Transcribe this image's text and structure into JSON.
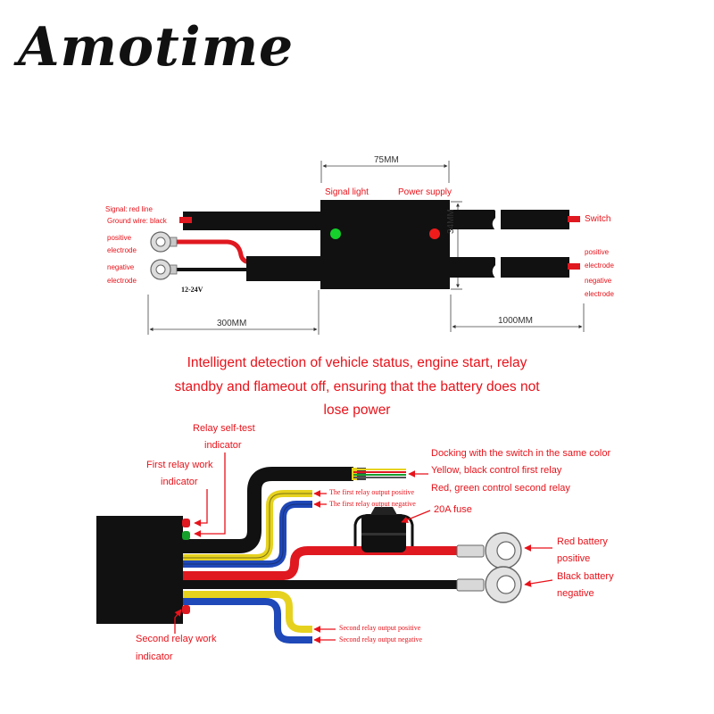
{
  "brand": "Amotime",
  "top": {
    "dim_width": "75MM",
    "dim_height": "34MM",
    "dim_left": "300MM",
    "dim_right": "1000MM",
    "signal_light": "Signal light",
    "power_supply": "Power supply",
    "signal_line": "Signal: red line",
    "ground_wire": "Ground wire: black",
    "positive_1": "positive",
    "electrode_1": "electrode",
    "negative_1": "negative",
    "electrode_2": "electrode",
    "voltage": "12-24V",
    "switch": "Switch",
    "positive_2": "positive",
    "electrode_3": "electrode",
    "negative_2": "negative",
    "electrode_4": "electrode"
  },
  "description": {
    "line1": "Intelligent detection of vehicle status, engine start, relay",
    "line2": "standby and flameout off, ensuring that the battery does not",
    "line3": "lose power"
  },
  "bottom": {
    "self_test_1": "Relay self-test",
    "self_test_2": "indicator",
    "first_work_1": "First relay work",
    "first_work_2": "indicator",
    "docking": "Docking with the switch in the same color",
    "yellow_black": "Yellow, black control first relay",
    "red_green": "Red, green control second relay",
    "first_pos": "The first relay output positive",
    "first_neg": "The first relay output negative",
    "fuse": "20A fuse",
    "red_batt_1": "Red battery",
    "red_batt_2": "positive",
    "black_batt_1": "Black battery",
    "black_batt_2": "negative",
    "second_pos": "Second relay output positive",
    "second_neg": "Second relay output negative",
    "second_work_1": "Second relay work",
    "second_work_2": "indicator"
  },
  "colors": {
    "red_wire": "#e01820",
    "black_wire": "#111111",
    "yellow_wire": "#e6d21e",
    "blue_wire": "#1f48b8",
    "green_led": "#16d02c",
    "red_led": "#f01c1c",
    "label_red": "#e8121a"
  }
}
